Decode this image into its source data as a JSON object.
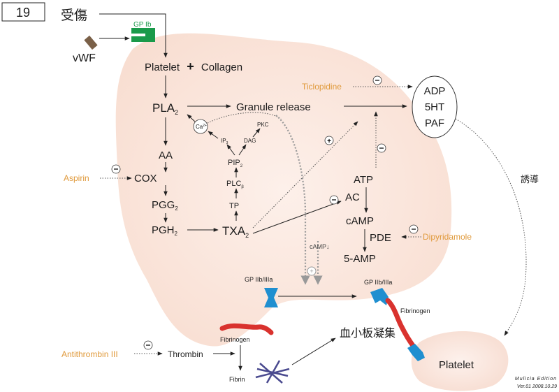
{
  "slide_number": "19",
  "nodes": {
    "injury": "受傷",
    "gp_ib": "GP Ib",
    "vwf": "vWF",
    "platelet_collagen": "Platelet",
    "plus_sign": "+",
    "collagen": "Collagen",
    "pla2": "PLA",
    "pla2_sub": "2",
    "granule_release": "Granule release",
    "ca": "Ca",
    "ca_sup": "2+",
    "pkc": "PKC",
    "ip3": "IP",
    "ip3_sub": "3",
    "dag": "DAG",
    "pip2": "PIP",
    "pip2_sub": "2",
    "plcb": "PLC",
    "plcb_sub": "β",
    "tp": "TP",
    "aa": "AA",
    "cox": "COX",
    "pgg2": "PGG",
    "pgg2_sub": "2",
    "pgh2": "PGH",
    "pgh2_sub": "2",
    "txa2": "TXA",
    "txa2_sub": "2",
    "adp": "ADP",
    "ht5": "5HT",
    "paf": "PAF",
    "induce": "誘導",
    "atp": "ATP",
    "ac": "AC",
    "camp": "cAMP",
    "pde": "PDE",
    "amp5": "5-AMP",
    "camp_down": "cAMP↓",
    "gp_iib_left": "GP IIb/IIIa",
    "gp_iib_right": "GP IIb/IIIa",
    "fibrinogen_right": "Fibrinogen",
    "fibrinogen_left": "Fibrinogen",
    "thrombin": "Thrombin",
    "fibrin": "Fibrin",
    "aggregation": "血小板凝集",
    "platelet_final": "Platelet"
  },
  "drugs": {
    "ticlopidine": "Ticlopidine",
    "aspirin": "Aspirin",
    "dipyridamole": "Dipyridamole",
    "antithrombin": "Antithrombin III"
  },
  "signs": {
    "minus": "⊖",
    "plus": "⊕",
    "plus_small": "+"
  },
  "footer": {
    "edition": "Mulicia Edition",
    "version": "Ver.01 2008.10.29"
  },
  "colors": {
    "drug": "#e09a3c",
    "gp_ib": "#1a9a4a",
    "receptor_blue": "#1f8fd0",
    "fibrinogen_red": "#d9322e",
    "fibrin_purple": "#4a4a8f",
    "vwf_brown": "#7a6048",
    "platelet_bg": "#fbe6dc"
  }
}
